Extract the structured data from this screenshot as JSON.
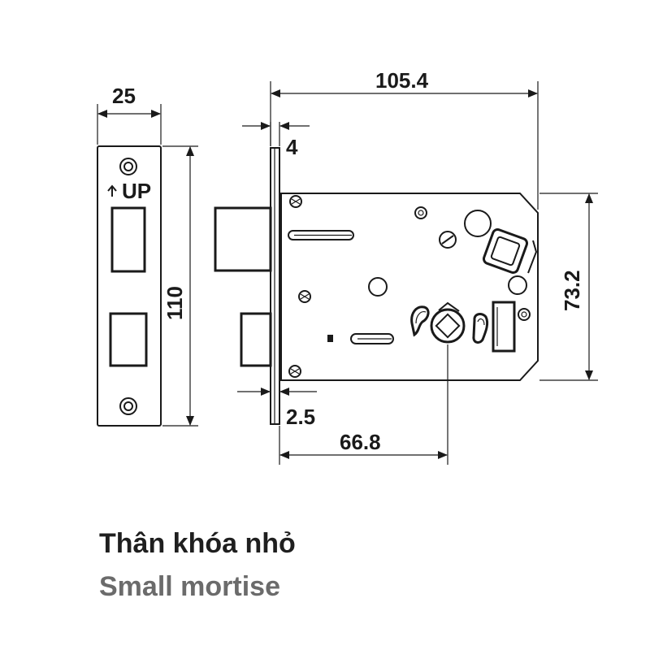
{
  "dimensions": {
    "faceplate_width": "25",
    "faceplate_height": "110",
    "overall_length": "105.4",
    "faceplate_thickness": "4",
    "plate_offset": "2.5",
    "backset": "66.8",
    "case_height": "73.2"
  },
  "faceplate_marker": "UP",
  "caption": {
    "vietnamese": "Thân khóa nhỏ",
    "english": "Small mortise"
  },
  "colors": {
    "line": "#1a1a1a",
    "caption_primary": "#1f1f1f",
    "caption_secondary": "#6b6b6b"
  }
}
